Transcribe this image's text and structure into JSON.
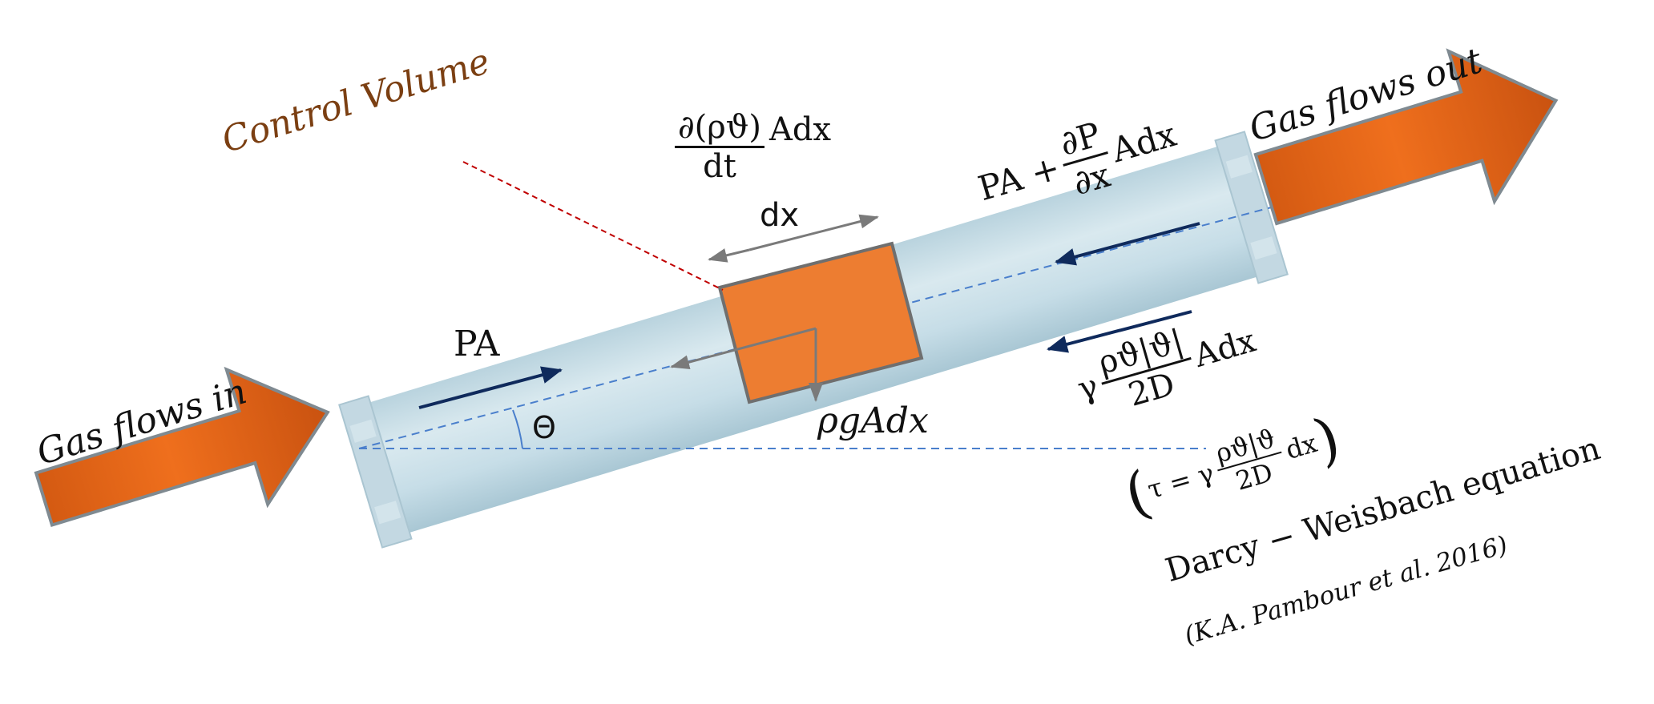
{
  "labels": {
    "control_volume": "Control Volume",
    "gas_in": "Gas flows in",
    "gas_out": "Gas flows out",
    "pa": "PA",
    "theta": "Θ",
    "dx": "dx",
    "rho_g_a_dx": "ρgAdx",
    "storage": {
      "numerator": "∂(ρϑ)",
      "denominator": "dt",
      "suffix": "Adx"
    },
    "pressure_out": {
      "prefix": "PA +",
      "numerator": "∂P",
      "denominator": "∂x",
      "suffix": "Adx"
    },
    "friction": {
      "prefix": "γ",
      "numerator": "ρϑ|ϑ|",
      "denominator": "2D",
      "suffix": "Adx"
    },
    "tau": {
      "open": "(",
      "prefix": "τ = γ",
      "numerator": "ρϑ|ϑ",
      "denominator": "2D",
      "suffix": "dx",
      "close": ")"
    },
    "equation_name": "Darcy − Weisbach equation",
    "citation": "(K.A. Pambour et al. 2016)"
  },
  "colors": {
    "pipe_fill": "#c9dfe8",
    "pipe_edge": "#b3cdd8",
    "flange": "#bfd5df",
    "orange_arrow": "#e8681c",
    "orange_box": "#ed7d31",
    "box_border": "#6f6f6f",
    "label_brown": "#7b3f12",
    "leader_red": "#c00000",
    "navy": "#0f2a5c",
    "gray_arrow": "#7a7a7a",
    "dashed_blue": "#4a7fcc"
  },
  "icons": [
    "arrow-in-icon",
    "arrow-out-icon"
  ]
}
